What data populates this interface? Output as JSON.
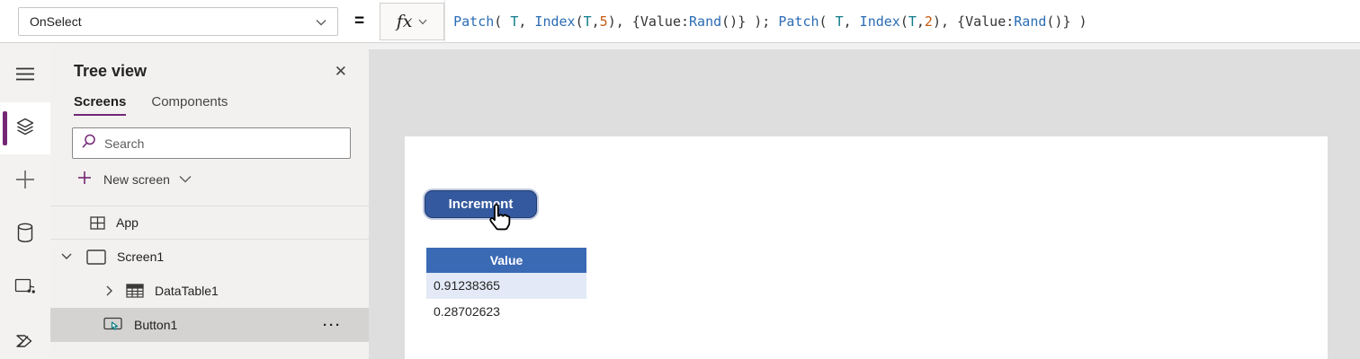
{
  "topbar": {
    "property_selector": {
      "value": "OnSelect"
    },
    "equals": "=",
    "fx_label": "fx",
    "formula_tokens": [
      {
        "t": "Patch",
        "c": "fn"
      },
      {
        "t": "( ",
        "c": "pn"
      },
      {
        "t": "T",
        "c": "ds"
      },
      {
        "t": ", ",
        "c": "pn"
      },
      {
        "t": "Index",
        "c": "fn"
      },
      {
        "t": "(",
        "c": "pn"
      },
      {
        "t": "T",
        "c": "ds"
      },
      {
        "t": ",",
        "c": "pn"
      },
      {
        "t": "5",
        "c": "num"
      },
      {
        "t": "), {",
        "c": "pn"
      },
      {
        "t": "Value",
        "c": "pn"
      },
      {
        "t": ":",
        "c": "pn"
      },
      {
        "t": "Rand",
        "c": "fn"
      },
      {
        "t": "()} ); ",
        "c": "pn"
      },
      {
        "t": "Patch",
        "c": "fn"
      },
      {
        "t": "( ",
        "c": "pn"
      },
      {
        "t": "T",
        "c": "ds"
      },
      {
        "t": ", ",
        "c": "pn"
      },
      {
        "t": "Index",
        "c": "fn"
      },
      {
        "t": "(",
        "c": "pn"
      },
      {
        "t": "T",
        "c": "ds"
      },
      {
        "t": ",",
        "c": "pn"
      },
      {
        "t": "2",
        "c": "num"
      },
      {
        "t": "), {",
        "c": "pn"
      },
      {
        "t": "Value",
        "c": "pn"
      },
      {
        "t": ":",
        "c": "pn"
      },
      {
        "t": "Rand",
        "c": "fn"
      },
      {
        "t": "()} )",
        "c": "pn"
      }
    ]
  },
  "rail": {
    "items": [
      {
        "icon": "hamburger-menu-icon",
        "selected": false
      },
      {
        "icon": "tree-view-layers-icon",
        "selected": true
      },
      {
        "icon": "insert-plus-icon",
        "selected": false
      },
      {
        "icon": "data-cylinder-icon",
        "selected": false
      },
      {
        "icon": "media-icon",
        "selected": false
      },
      {
        "icon": "power-automate-icon",
        "selected": false
      }
    ]
  },
  "panel": {
    "title": "Tree view",
    "close_icon": "✕",
    "tabs": [
      {
        "label": "Screens",
        "active": true
      },
      {
        "label": "Components",
        "active": false
      }
    ],
    "search": {
      "placeholder": "Search",
      "icon": "search-icon"
    },
    "new_screen": {
      "label": "New screen",
      "plus_icon": "plus-icon",
      "chevron_icon": "chevron-down-icon"
    },
    "tree": {
      "items": [
        {
          "label": "App",
          "icon": "app-icon",
          "selected": false
        },
        {
          "label": "Screen1",
          "icon": "screen-icon",
          "chevron": "down",
          "selected": false
        },
        {
          "label": "DataTable1",
          "icon": "datatable-icon",
          "chevron": "right",
          "selected": false
        },
        {
          "label": "Button1",
          "icon": "button-icon",
          "selected": true,
          "more": "···"
        }
      ]
    }
  },
  "canvas": {
    "button": {
      "label": "Increment",
      "fill": "#35599e"
    },
    "table": {
      "header": "Value",
      "rows": [
        "0.91238365",
        "0.28702623"
      ],
      "header_color": "#3b6ab5",
      "selected_row_color": "#e3e9f6"
    },
    "cursor_icon": "hand-pointer-cursor"
  },
  "colors": {
    "accent_purple": "#742774",
    "workspace_gray": "#dedede",
    "panel_gray": "#f2f1f0",
    "formula_function": "#2b6cb5",
    "formula_datasource": "#0f7b8a",
    "formula_number": "#c55a11"
  }
}
